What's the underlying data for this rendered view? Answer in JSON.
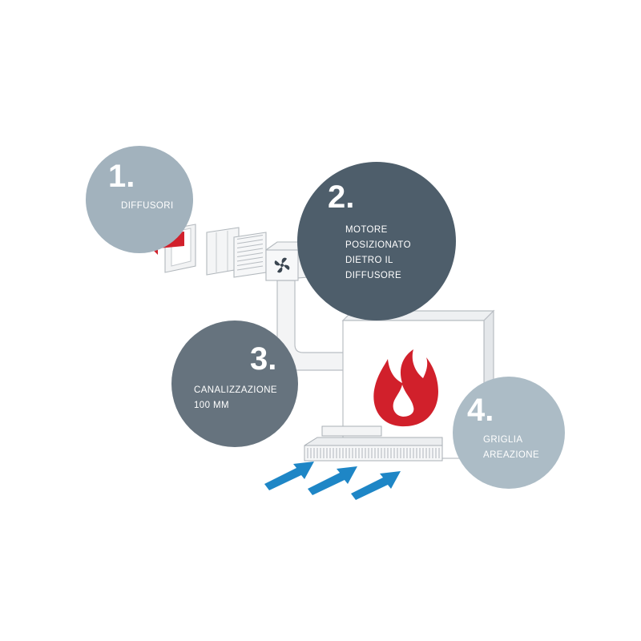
{
  "steps": [
    {
      "number": "1.",
      "label": "DIFFUSORI"
    },
    {
      "number": "2.",
      "label": "MOTORE\nPOSIZIONATO\nDIETRO IL\nDIFFUSORE"
    },
    {
      "number": "3.",
      "label": "CANALIZZAZIONE\n100 MM"
    },
    {
      "number": "4.",
      "label": "GRIGLIA\nAREAZIONE"
    }
  ],
  "colors": {
    "circle1": "#a2b2bd",
    "circle2": "#4e5e6b",
    "circle3": "#66737e",
    "circle4": "#acbcc6",
    "flame": "#d1202b",
    "arrow_out": "#d1202b",
    "arrow_in": "#1e86c6"
  },
  "icons": [
    "fan-icon",
    "flame-icon",
    "red-arrow-icon",
    "blue-arrow-icon"
  ]
}
